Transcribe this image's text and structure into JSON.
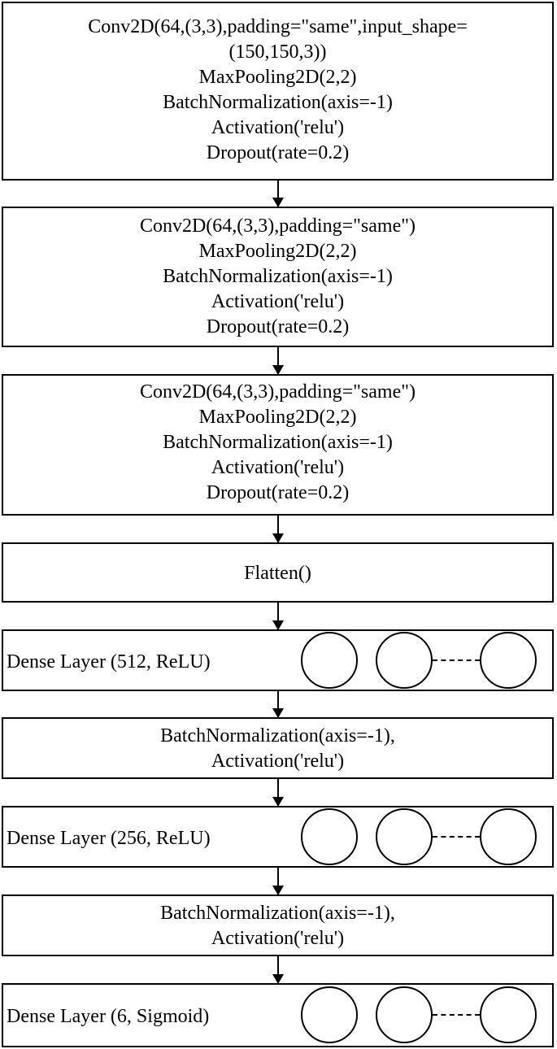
{
  "blocks": [
    {
      "lines": [
        "Conv2D(64,(3,3),padding=\"same\",input_shape=",
        "(150,150,3))",
        "MaxPooling2D(2,2)",
        "BatchNormalization(axis=-1)",
        "Activation('relu')",
        "Dropout(rate=0.2)"
      ]
    },
    {
      "lines": [
        "Conv2D(64,(3,3),padding=\"same\")",
        "MaxPooling2D(2,2)",
        "BatchNormalization(axis=-1)",
        "Activation('relu')",
        "Dropout(rate=0.2)"
      ]
    },
    {
      "lines": [
        "Conv2D(64,(3,3),padding=\"same\")",
        "MaxPooling2D(2,2)",
        "BatchNormalization(axis=-1)",
        "Activation('relu')",
        "Dropout(rate=0.2)"
      ]
    },
    {
      "lines": [
        "Flatten()"
      ]
    },
    {
      "label": "Dense Layer (512, ReLU)"
    },
    {
      "lines": [
        "BatchNormalization(axis=-1),",
        "Activation('relu')"
      ]
    },
    {
      "label": "Dense Layer (256, ReLU)"
    },
    {
      "lines": [
        "BatchNormalization(axis=-1),",
        "Activation('relu')"
      ]
    },
    {
      "label": "Dense Layer (6, Sigmoid)"
    }
  ]
}
